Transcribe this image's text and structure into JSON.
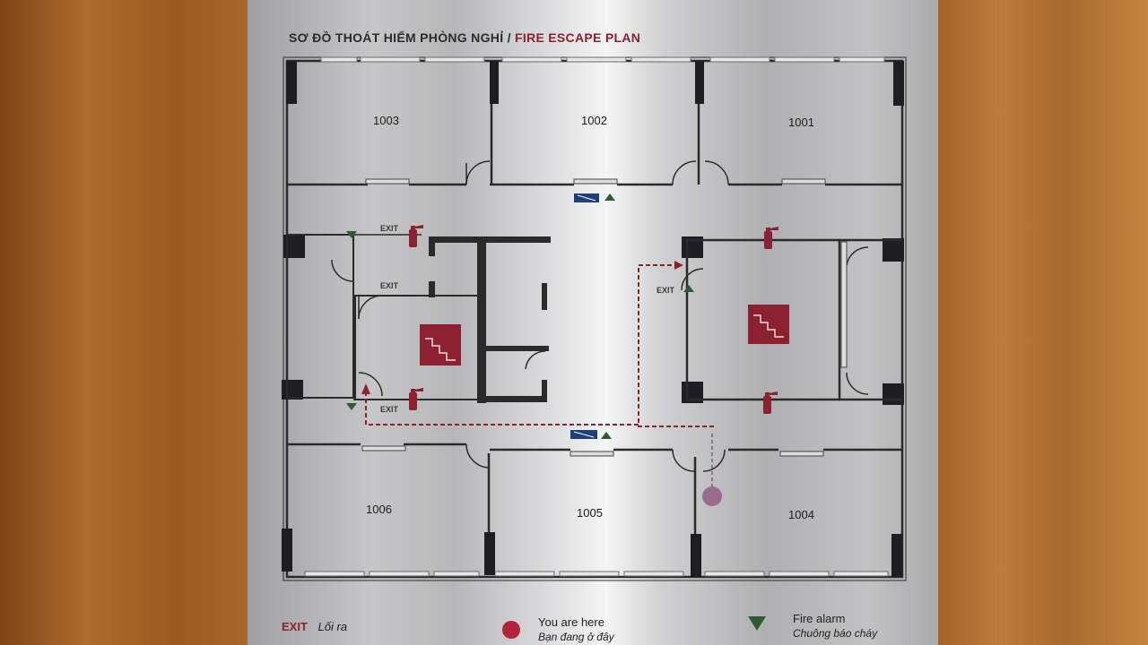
{
  "title": {
    "vi": "SƠ ĐỒ THOÁT HIỂM PHÒNG NGHỈ",
    "separator": "/",
    "en": "FIRE ESCAPE PLAN"
  },
  "rooms": [
    {
      "id": "1003",
      "label": "1003"
    },
    {
      "id": "1002",
      "label": "1002"
    },
    {
      "id": "1001",
      "label": "1001"
    },
    {
      "id": "1006",
      "label": "1006"
    },
    {
      "id": "1005",
      "label": "1005"
    },
    {
      "id": "1004",
      "label": "1004"
    }
  ],
  "exit_labels": [
    "EXIT",
    "EXIT",
    "EXIT",
    "EXIT"
  ],
  "legend": {
    "exit": {
      "word": "EXIT",
      "text": "Lối ra"
    },
    "you_are_here": {
      "text": "You are here",
      "subtext": "Bạn đang ở đây"
    },
    "fire_alarm": {
      "text": "Fire alarm",
      "subtext": "Chuông báo cháy"
    }
  },
  "colors": {
    "accent": "#8c2230",
    "route": "#8c2230",
    "alarm": "#2f5a33",
    "you_are_here": "#b3243a",
    "wall": "#222222"
  },
  "icons": [
    "fire-extinguisher-icon",
    "stairs-icon",
    "fire-alarm-icon",
    "you-are-here-icon",
    "exit-arrow-icon"
  ]
}
